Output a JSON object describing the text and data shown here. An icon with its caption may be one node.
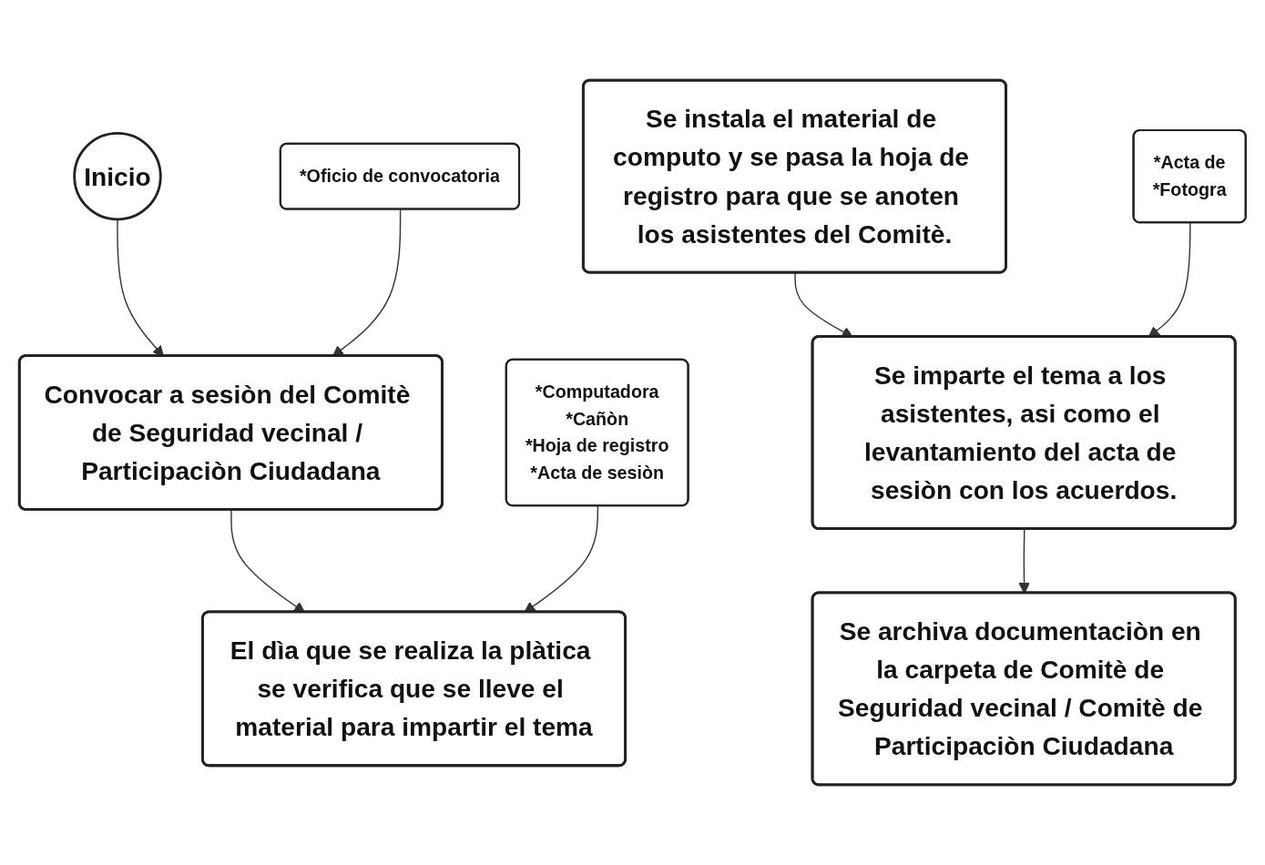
{
  "diagram": {
    "nodes": [
      {
        "text": [
          "Inicio"
        ]
      },
      {
        "text": [
          "Convocar a sesiòn del Comitè de Seguridad vecinal / Participaciòn Ciudadana"
        ]
      },
      {
        "text": [
          "*Oficio de convocatoria"
        ]
      },
      {
        "text": [
          "El dìa que se realiza la plàtica se verifica que se lleve el material para impartir el tema"
        ]
      },
      {
        "text": [
          "*Computadora",
          "*Cañòn",
          "*Hoja de registro",
          "*Acta de sesiòn"
        ]
      },
      {
        "text": [
          "Se instala el material de computo y se pasa la hoja de registro para que se anoten los asistentes del Comitè."
        ]
      },
      {
        "text": [
          "Se imparte el tema a los asistentes, asi como el levantamiento del acta de sesiòn con los acuerdos."
        ]
      },
      {
        "text": [
          "*Acta de",
          "*Fotogra"
        ]
      },
      {
        "text": [
          "Se archiva documentaciòn en la carpeta de Comitè de Seguridad vecinal / Comitè de Participaciòn Ciudadana"
        ]
      }
    ],
    "edges": [
      {
        "from": 0,
        "to": 1,
        "arrow": "to"
      },
      {
        "from": 2,
        "to": 1,
        "arrow": "to"
      },
      {
        "from": 1,
        "to": 3,
        "arrow": "to"
      },
      {
        "from": 4,
        "to": 3,
        "arrow": "to"
      },
      {
        "from": 5,
        "to": 6,
        "arrow": "to"
      },
      {
        "from": 7,
        "to": 6,
        "arrow": "to"
      },
      {
        "from": 6,
        "to": 8,
        "arrow": "to"
      }
    ]
  }
}
